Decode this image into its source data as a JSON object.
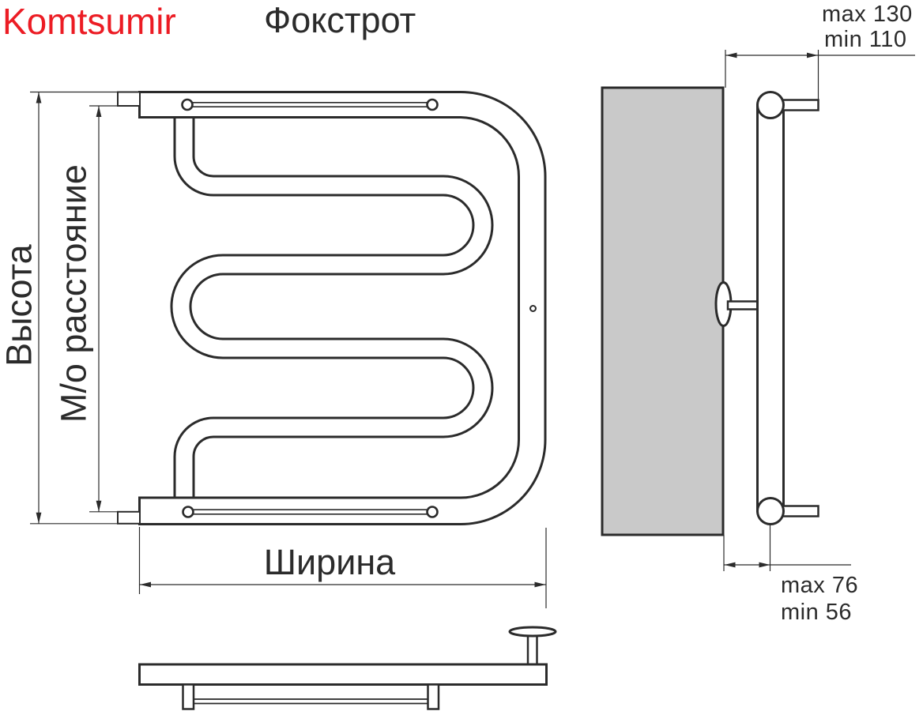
{
  "header": {
    "brand": "Komtsumir",
    "model": "Фокстрот"
  },
  "front_view": {
    "height_label": "Высота",
    "axial_label": "М/о расстояние",
    "width_label": "Ширина"
  },
  "side_view": {
    "wall_offset_top_max": "max 130",
    "wall_offset_top_min": "min 110",
    "wall_offset_bottom_max": "max 76",
    "wall_offset_bottom_min": "min 56"
  },
  "colors": {
    "brand_red": "#ec1c24",
    "line": "#2b2b2b",
    "wall_gray": "#c9c9c9"
  }
}
